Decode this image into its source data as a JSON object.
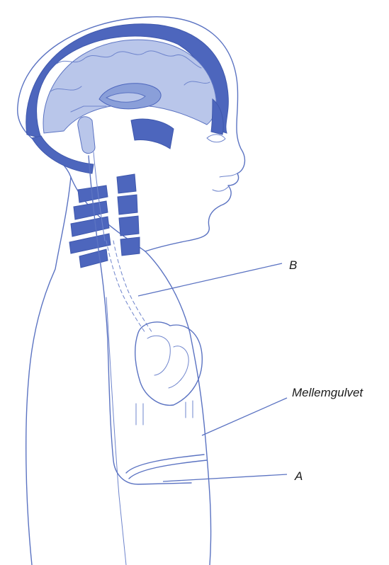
{
  "labels": {
    "b": "B",
    "diaphragm": "Mellemgulvet",
    "a": "A"
  },
  "colors": {
    "line": "#5b73c2",
    "fill_dark": "#4d66bd",
    "fill_light": "#b9c6ea",
    "label_text": "#1c1c1c"
  }
}
